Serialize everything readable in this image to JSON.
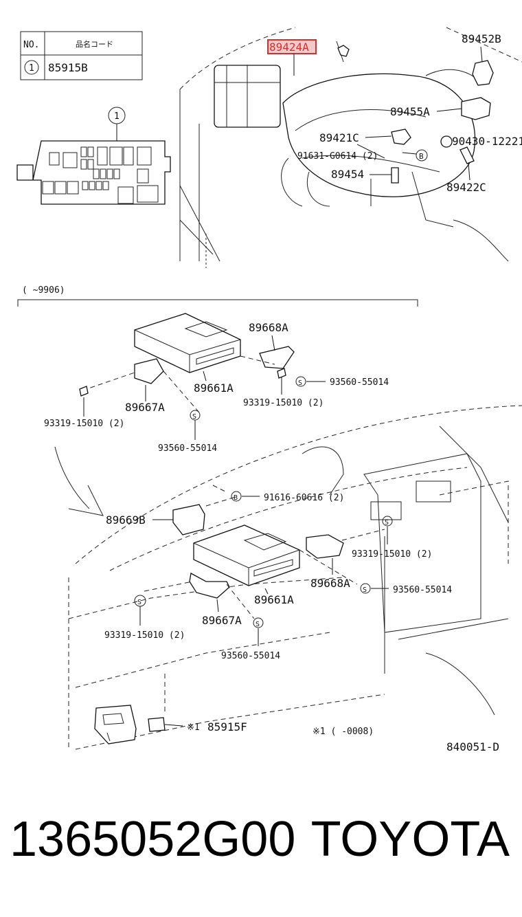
{
  "legend_table": {
    "header_no": "NO.",
    "header_code": "品名コード",
    "row_no": "1",
    "row_code": "85915B"
  },
  "relay_block_callout": "1",
  "highlighted_part": "89424A",
  "top_labels": {
    "p89452B": "89452B",
    "p89455A": "89455A",
    "p89421C": "89421C",
    "p90430": "90430-12221",
    "p91631": "91631-G0614 (2)",
    "p89454": "89454",
    "p89422C": "89422C",
    "b_mark": "B"
  },
  "range_top": "(      ~9906)",
  "upper_ecu": {
    "p89668A": "89668A",
    "p89661A": "89661A",
    "p93560_r": "93560-55014",
    "p93319_r": "93319-15010 (2)",
    "p89667A": "89667A",
    "p93319_l": "93319-15010 (2)",
    "p93560_l": "93560-55014",
    "s_mark": "S"
  },
  "lower_ecu": {
    "p91616": "91616-60616 (2)",
    "p89669B": "89669B",
    "p93319_r": "93319-15010 (2)",
    "p89668A": "89668A",
    "p93560_r": "93560-55014",
    "p89661A": "89661A",
    "p89667A": "89667A",
    "p93319_l": "93319-15010 (2)",
    "p93560_l": "93560-55014",
    "b_mark": "B",
    "s_mark": "S"
  },
  "relay": {
    "mark": "※1",
    "part": "85915F"
  },
  "note": "※1 (      -0008)",
  "diagram_code": "840051-D",
  "footer": {
    "part_number": "1365052G00",
    "brand": "TOYOTA"
  }
}
